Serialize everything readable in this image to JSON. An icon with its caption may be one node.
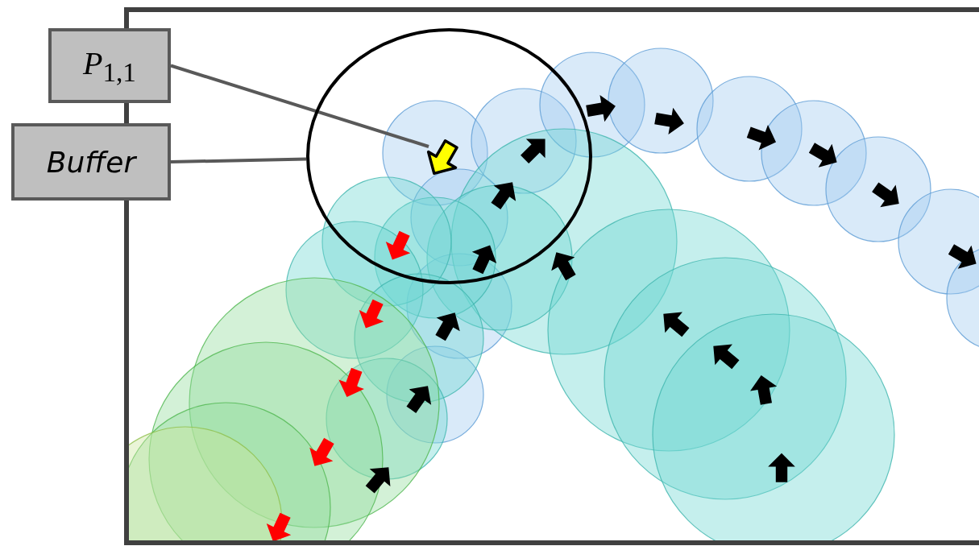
{
  "diagram": {
    "nodes": [
      {
        "text": [
          "*P*$_{1,1}$"
        ]
      },
      {
        "text": [
          "Buffer"
        ]
      },
      {
        "text": [],
        "shape": "arrow",
        "in": 3
      },
      {
        "text": [],
        "shape": "circle"
      }
    ],
    "edges": [
      {
        "from": 0,
        "to": 2,
        "arrow": "none"
      },
      {
        "from": 1,
        "to": 3,
        "arrow": "none"
      }
    ]
  }
}
